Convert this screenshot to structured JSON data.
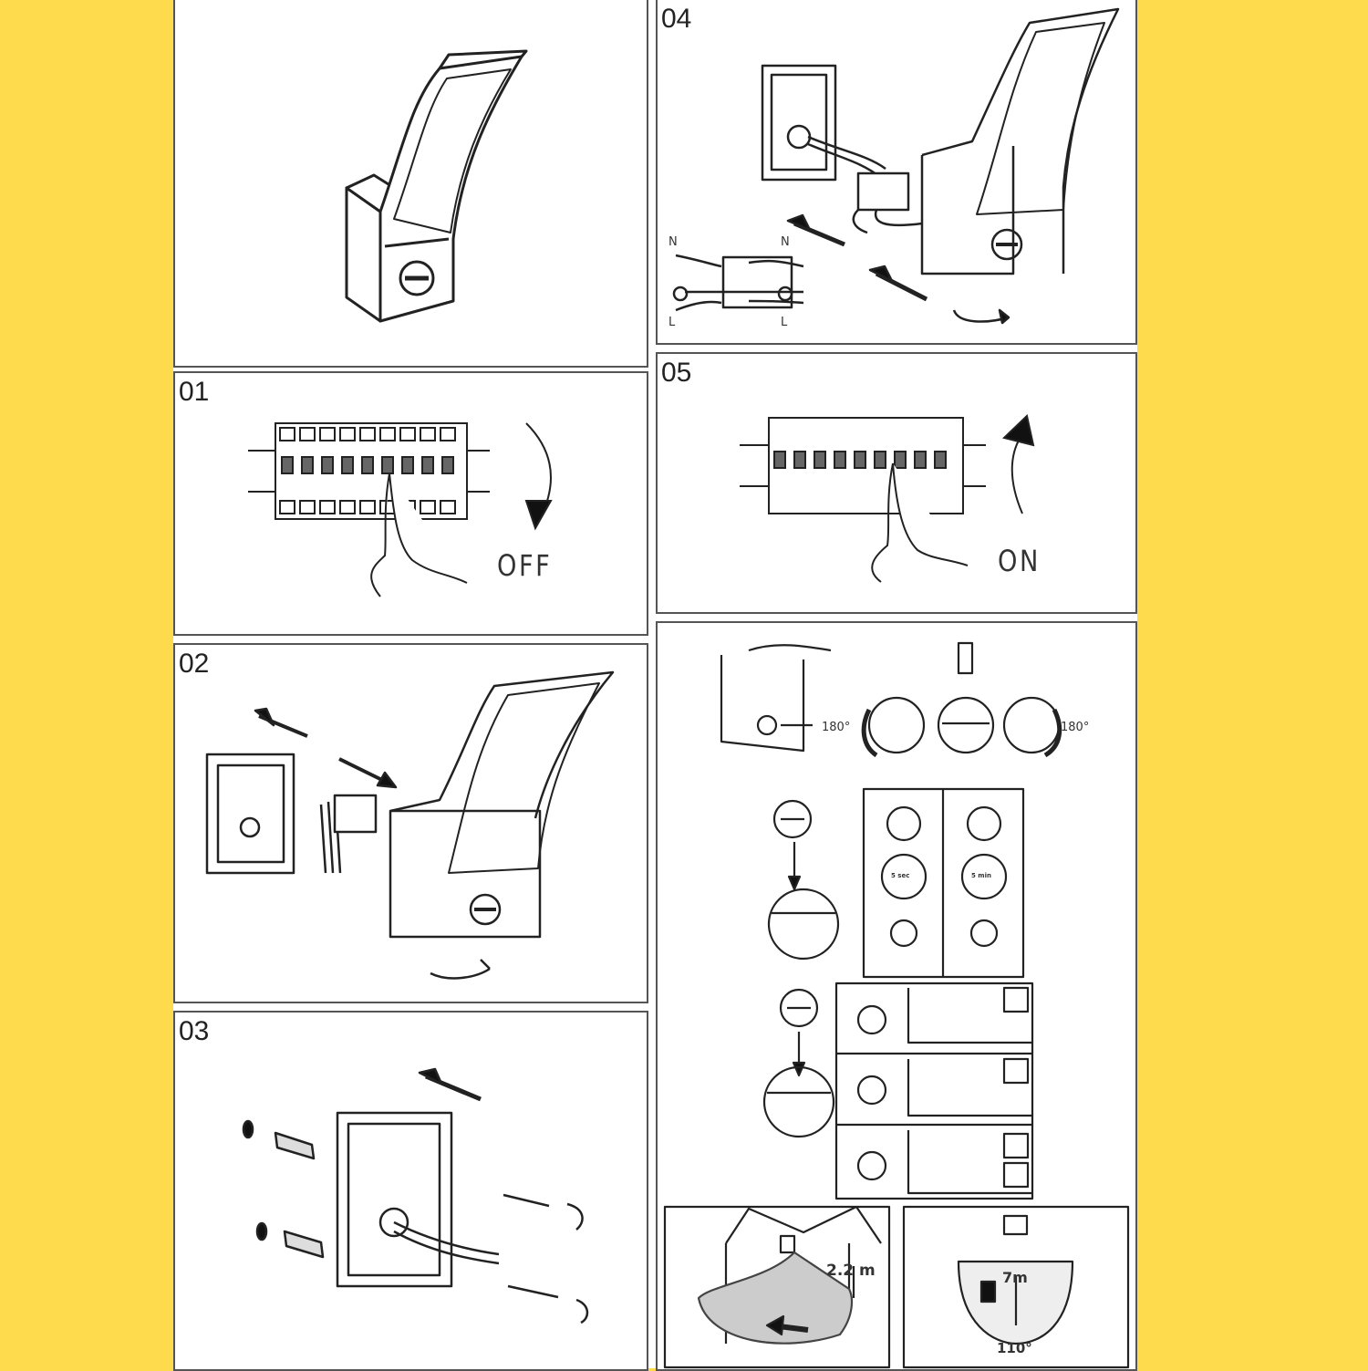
{
  "colors": {
    "background": "#FDDB4D",
    "sheet": "#ffffff",
    "line": "#333333"
  },
  "steps": {
    "s01": "01",
    "s02": "02",
    "s03": "03",
    "s04": "04",
    "s05": "05"
  },
  "switch": {
    "off": "OFF",
    "on": "ON"
  },
  "wiring": {
    "n_left": "N",
    "n_right": "N",
    "l_left": "L",
    "l_right": "L"
  },
  "sensor": {
    "rotate_left": "180°",
    "rotate_right": "180°"
  },
  "timer": {
    "short": "5 sec",
    "long": "5 min"
  },
  "range": {
    "height": "2.2 m",
    "distance": "7m",
    "angle": "110°"
  }
}
